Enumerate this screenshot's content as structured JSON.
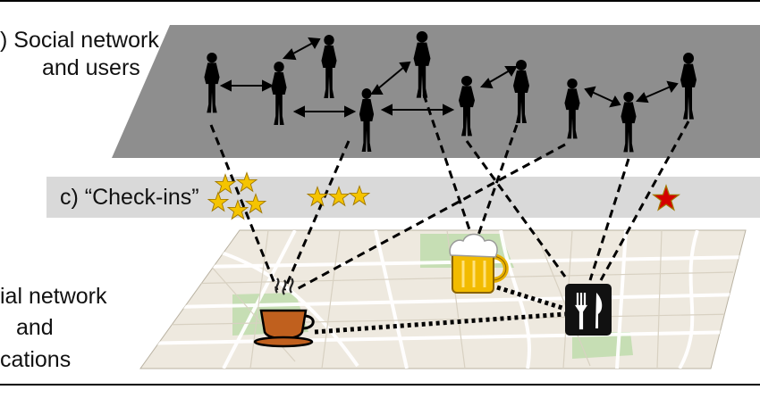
{
  "labels": {
    "social_network_users": [
      ") Social network",
      "and users"
    ],
    "checkins": "c) “Check-ins”",
    "spatial_network": [
      "ial network",
      "and",
      "cations"
    ]
  },
  "icons": {
    "users": "person-silhouette-icon",
    "coffee": "coffee-cup-icon",
    "beer": "beer-mug-icon",
    "restaurant": "fork-knife-icon",
    "checkin": "star-icon"
  },
  "checkins": [
    {
      "name": "gold-stars-cluster",
      "stars": 5,
      "color": "#f5c400"
    },
    {
      "name": "gold-stars-row",
      "stars": 3,
      "color": "#f5c400"
    },
    {
      "name": "red-star",
      "stars": 1,
      "color": "#d40000"
    }
  ],
  "colors": {
    "user_plane": "#8e8e8e",
    "checkin_band": "#d9d9d9",
    "map_base": "#eee9df",
    "park": "#c6deb4",
    "gold_star": "#f5c400",
    "red_star": "#d40000",
    "coffee": "#c0601e",
    "beer": "#e8b000",
    "restaurant": "#111111"
  }
}
